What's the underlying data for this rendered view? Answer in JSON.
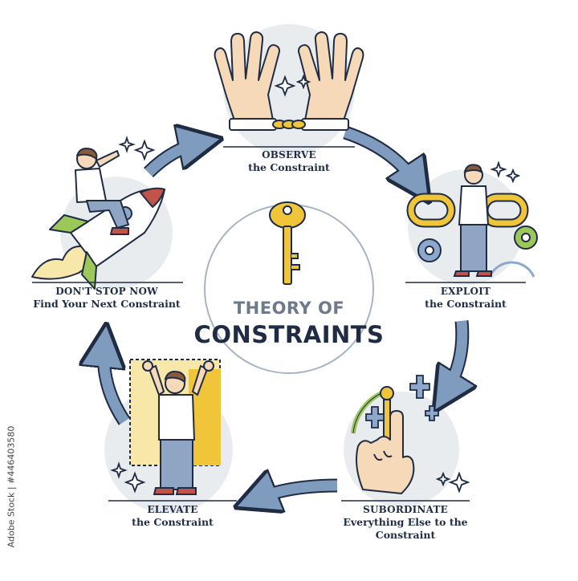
{
  "title": {
    "line1": "THEORY OF",
    "line2": "CONSTRAINTS"
  },
  "steps": [
    {
      "id": "observe",
      "title": "OBSERVE",
      "subtitle": "the Constraint"
    },
    {
      "id": "exploit",
      "title": "EXPLOIT",
      "subtitle": "the Constraint"
    },
    {
      "id": "subordinate",
      "title": "SUBORDINATE",
      "subtitle": "Everything Else to the",
      "subtitle2": "Constraint"
    },
    {
      "id": "elevate",
      "title": "ELEVATE",
      "subtitle": "the Constraint"
    },
    {
      "id": "dont-stop",
      "title": "DON'T STOP NOW",
      "subtitle": "Find Your Next Constraint"
    }
  ],
  "watermark": "Adobe Stock | #446403580",
  "colors": {
    "navy": "#1f2c44",
    "arrow": "#7f9bbd",
    "arrowDark": "#5f7fa6",
    "circle": "#e9ecef",
    "gold": "#f0c53a",
    "skin": "#f6d9b8",
    "shirt": "#ffffff",
    "pants": "#8fa5c3",
    "green": "#9cc85a",
    "blueGear": "#8ea8cc"
  },
  "icons": [
    "key-icon",
    "chained-hands-icon",
    "chain-links-icon",
    "finger-up-icon",
    "raised-arms-icon",
    "rocket-rider-icon",
    "gear-icon",
    "plus-icon",
    "sparkle-icon"
  ]
}
